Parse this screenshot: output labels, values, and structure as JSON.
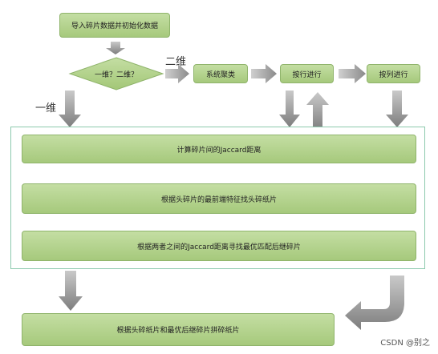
{
  "diagram": {
    "start": "导入碎片数据并初始化数据",
    "decision": "一维？二维？",
    "branch_2d": "二维",
    "branch_1d": "一维",
    "cluster": "系统聚类",
    "by_row": "按行进行",
    "by_col": "按列进行",
    "step1": "计算碎片间的Jaccard距离",
    "step2": "根据头碎片的最前端特征找头碎纸片",
    "step3": "根据两者之间的Jaccard距离寻找最优匹配后继碎片",
    "final": "根据头碎纸片和最优后继碎片拼碎纸片"
  },
  "watermark": "CSDN @别之"
}
